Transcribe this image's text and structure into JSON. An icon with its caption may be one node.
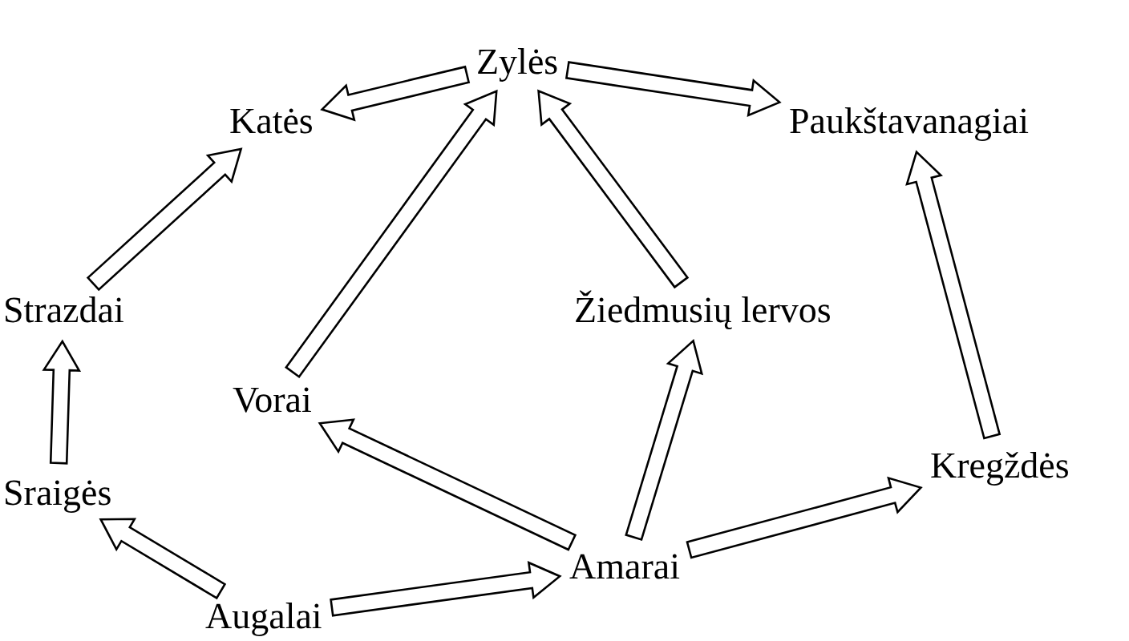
{
  "diagram": {
    "nodes": [
      {
        "text": [
          "Zylės"
        ]
      },
      {
        "text": [
          "Katės"
        ]
      },
      {
        "text": [
          "Paukštavanagiai"
        ]
      },
      {
        "text": [
          "Strazdai"
        ]
      },
      {
        "text": [
          "Žiedmusių lervos"
        ]
      },
      {
        "text": [
          "Vorai"
        ]
      },
      {
        "text": [
          "Kregždės"
        ]
      },
      {
        "text": [
          "Sraigės"
        ]
      },
      {
        "text": [
          "Amarai"
        ]
      },
      {
        "text": [
          "Augalai"
        ]
      }
    ],
    "edges": [
      {
        "from": 0,
        "to": 1,
        "arrow": "to"
      },
      {
        "from": 0,
        "to": 2,
        "arrow": "to"
      },
      {
        "from": 3,
        "to": 1,
        "arrow": "to"
      },
      {
        "from": 5,
        "to": 0,
        "arrow": "to"
      },
      {
        "from": 4,
        "to": 0,
        "arrow": "to"
      },
      {
        "from": 6,
        "to": 2,
        "arrow": "to"
      },
      {
        "from": 7,
        "to": 3,
        "arrow": "to"
      },
      {
        "from": 9,
        "to": 7,
        "arrow": "to"
      },
      {
        "from": 9,
        "to": 8,
        "arrow": "to"
      },
      {
        "from": 8,
        "to": 5,
        "arrow": "to"
      },
      {
        "from": 8,
        "to": 4,
        "arrow": "to"
      },
      {
        "from": 8,
        "to": 6,
        "arrow": "to"
      }
    ]
  }
}
